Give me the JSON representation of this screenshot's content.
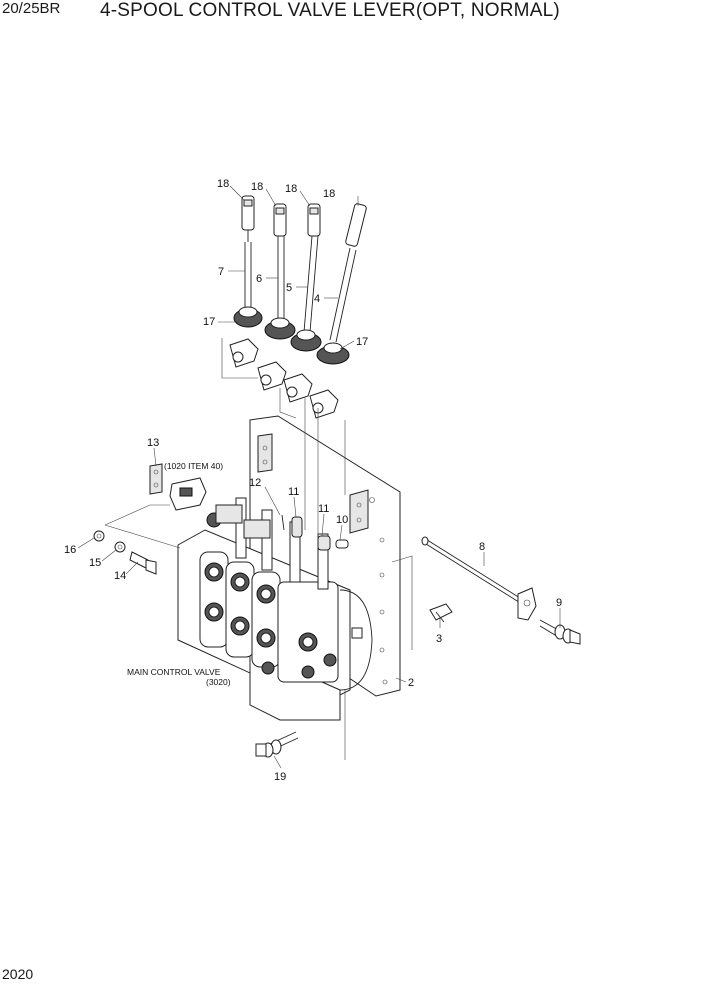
{
  "header": {
    "model": "20/25BR",
    "title": "4-SPOOL CONTROL VALVE LEVER(OPT, NORMAL)"
  },
  "footer": {
    "page": "2020"
  },
  "callouts": {
    "c18a": "18",
    "c18b": "18",
    "c18c": "18",
    "c18d": "18",
    "c7": "7",
    "c6": "6",
    "c5": "5",
    "c4": "4",
    "c17a": "17",
    "c17b": "17",
    "c13": "13",
    "c12": "12",
    "c11a": "11",
    "c11b": "11",
    "c10": "10",
    "c8": "8",
    "c9": "9",
    "c3": "3",
    "c2": "2",
    "c16": "16",
    "c15": "15",
    "c14": "14",
    "c19": "19"
  },
  "notes": {
    "ref_1020": "(1020 ITEM 40)",
    "main_valve_line1": "MAIN CONTROL VALVE",
    "main_valve_line2": "(3020)"
  }
}
